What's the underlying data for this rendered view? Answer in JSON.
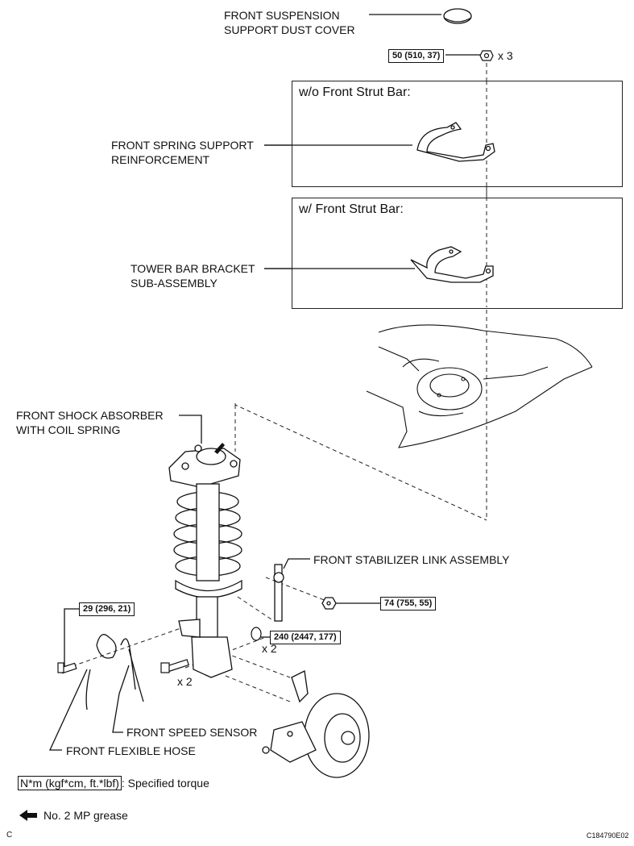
{
  "labels": {
    "dust_cover_1": "FRONT SUSPENSION",
    "dust_cover_2": "SUPPORT DUST COVER",
    "spring_support_1": "FRONT SPRING SUPPORT",
    "spring_support_2": "REINFORCEMENT",
    "tower_bar_1": "TOWER BAR BRACKET",
    "tower_bar_2": "SUB-ASSEMBLY",
    "shock_1": "FRONT SHOCK ABSORBER",
    "shock_2": "WITH COIL SPRING",
    "stabilizer": "FRONT STABILIZER LINK ASSEMBLY",
    "speed_sensor": "FRONT SPEED SENSOR",
    "flexible_hose": "FRONT FLEXIBLE HOSE"
  },
  "boxes": {
    "without_bar": "w/o Front Strut Bar:",
    "with_bar": "w/ Front Strut Bar:"
  },
  "torques": {
    "upper_nut": "50 (510, 37)",
    "stabilizer_nut": "74 (755, 55)",
    "hose_bolt": "29 (296, 21)",
    "knuckle_bolt": "240 (2447, 177)"
  },
  "multipliers": {
    "upper_nut": "x 3",
    "knuckle_nut": "x 2",
    "knuckle_bolt": "x 2"
  },
  "legend": {
    "torque_unit": "N*m (kgf*cm, ft.*lbf)",
    "torque_text": ": Specified torque",
    "grease_text": "No. 2 MP grease"
  },
  "footer": {
    "left_code": "C",
    "figure_id": "C184790E02"
  }
}
